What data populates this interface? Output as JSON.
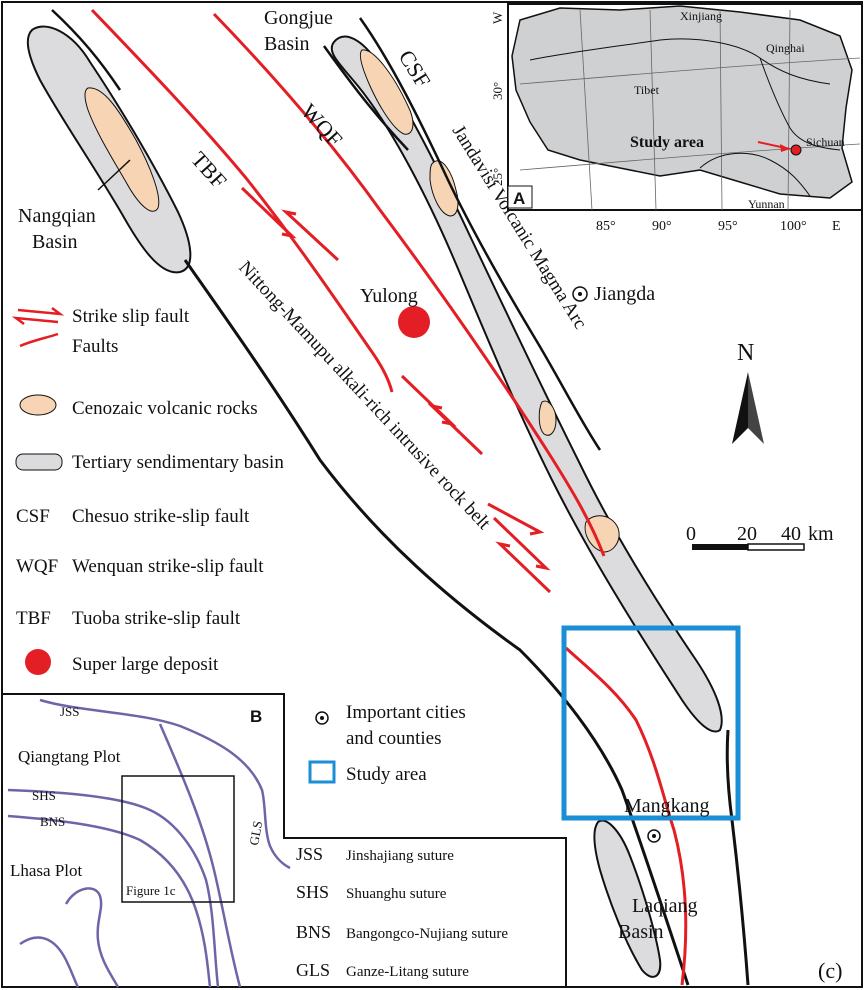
{
  "panel_label": "(c)",
  "basins": {
    "nangqian": [
      "Nangqian",
      "Basin"
    ],
    "gongjue": [
      "Gongjue",
      "Basin"
    ],
    "laqiang": [
      "Laqiang",
      "Basin"
    ]
  },
  "faults": {
    "tbf": "TBF",
    "wqf": "WQF",
    "csf": "CSF"
  },
  "arc_label": "Jandavisi Volcanic Magma Arc",
  "belt_label": "Nittong-Mamupu alkali-rich intrusive rock belt",
  "places": {
    "yulong": "Yulong",
    "jiangda": "Jiangda",
    "mangkang": "Mangkang"
  },
  "north": "N",
  "scale": {
    "ticks": [
      "0",
      "20",
      "40"
    ],
    "unit": "km"
  },
  "legend": {
    "strike_slip": "Strike slip fault",
    "faults": "Faults",
    "volcanic": "Cenozaic volcanic rocks",
    "basin": "Tertiary sendimentary basin",
    "csf_abbr": "CSF",
    "csf_name": "Chesuo strike-slip fault",
    "wqf_abbr": "WQF",
    "wqf_name": "Wenquan strike-slip fault",
    "tbf_abbr": "TBF",
    "tbf_name": "Tuoba strike-slip fault",
    "deposit": "Super large deposit",
    "cities": [
      "Important cities",
      "and counties"
    ],
    "study_area": "Study area",
    "colors": {
      "fault": "#e31e24",
      "volcanic": "#f7d4b4",
      "basin": "#dcdcdf",
      "study_box": "#1a8fd6",
      "suture": "#7064a8"
    }
  },
  "inset_a": {
    "label": "A",
    "regions": [
      "Xinjiang",
      "Qinghai",
      "Tibet",
      "Sichuan",
      "Yunnan"
    ],
    "study_area": "Study area",
    "lon_labels": [
      "85°",
      "90°",
      "95°",
      "100°",
      "E"
    ],
    "lat_labels": [
      "30°",
      "25°"
    ],
    "corner": "W"
  },
  "inset_b": {
    "label": "B",
    "plots": [
      "Qiangtang Plot",
      "Lhasa Plot"
    ],
    "sutures": [
      "JSS",
      "SHS",
      "BNS",
      "GLS"
    ],
    "figure_label": "Figure 1c"
  },
  "suture_legend": [
    {
      "abbr": "JSS",
      "name": "Jinshajiang suture"
    },
    {
      "abbr": "SHS",
      "name": "Shuanghu suture"
    },
    {
      "abbr": "BNS",
      "name": "Bangongco-Nujiang suture"
    },
    {
      "abbr": "GLS",
      "name": "Ganze-Litang suture"
    }
  ]
}
